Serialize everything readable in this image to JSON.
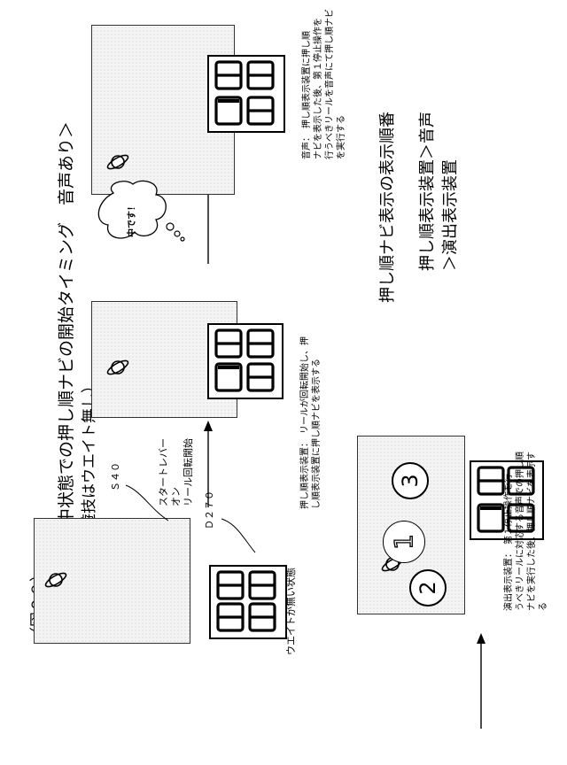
{
  "figure_number": "（図９８）",
  "title": "＜ＡＴ中状態での押し順ナビの開始タイミング　音声あり＞",
  "subtitle": "（当該遊技はウエイト無し）",
  "labels": {
    "s40": "Ｓ４０",
    "d270": "Ｄ２７０",
    "start_lines": [
      "スタートレバー",
      "オン",
      "リール回転開始"
    ],
    "no_wait": "ウエイトが無い状態",
    "push_display": [
      "押し順表示装置：　リールが回転開始し、押",
      "し順表示装置に押し順ナビを表示する"
    ],
    "voice": [
      "音声：　押し順表示装置に押し順",
      "ナビを表示した後、第１停止操作を",
      "行うべきリールを音声にて押し順ナビ",
      "を実行する"
    ],
    "cloud_text": "中です！",
    "order_heading": "押し順ナビ表示の表示順番",
    "order_lines": [
      "押し順表示装置＞音声",
      "＞演出表示装置"
    ],
    "effect_display": [
      "演出表示装置：　第１停止操作を行",
      "うべきリールに対応する音声での押し順",
      "ナビを実行した後、押し順ナビを表示す",
      "る"
    ],
    "reel_numbers": [
      "2",
      "1",
      "3"
    ]
  }
}
